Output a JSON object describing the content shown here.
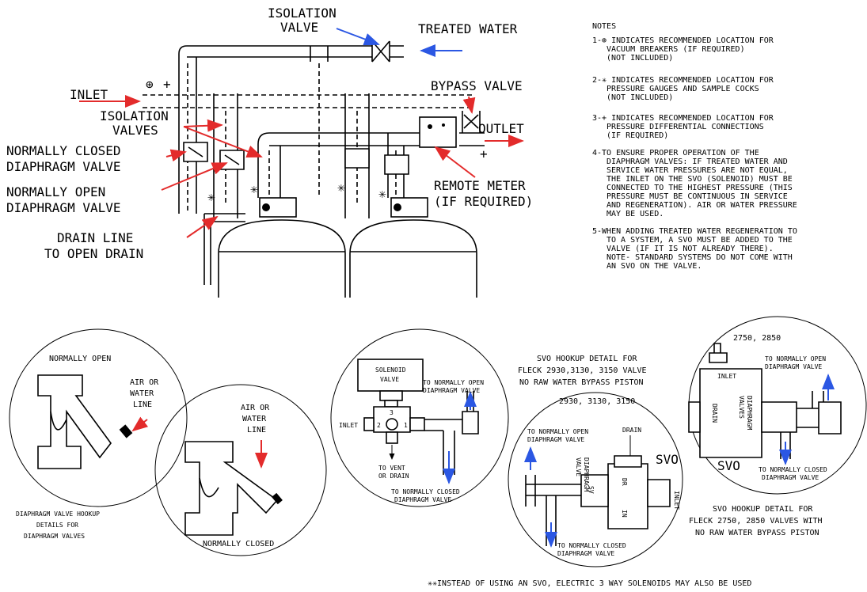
{
  "colors": {
    "arrow_red": "#e32b2b",
    "arrow_blue": "#2b57e3"
  },
  "top_diagram": {
    "isolation_valve": [
      "ISOLATION",
      "VALVE"
    ],
    "treated_water": "TREATED WATER",
    "inlet": "INLET",
    "bypass_valve": "BYPASS VALVE",
    "isolation_valves": [
      "ISOLATION",
      "VALVES"
    ],
    "outlet": "OUTLET",
    "normally_closed_dv": [
      "NORMALLY CLOSED",
      "DIAPHRAGM VALVE"
    ],
    "normally_open_dv": [
      "NORMALLY OPEN",
      "DIAPHRAGM VALVE"
    ],
    "remote_meter": [
      "REMOTE METER",
      "(IF REQUIRED)"
    ],
    "drain_line": [
      "DRAIN LINE",
      "TO OPEN DRAIN"
    ],
    "symbols": {
      "circle_plus": "⊕",
      "plus": "+",
      "star": "✳"
    }
  },
  "notes": {
    "title": "NOTES",
    "items": [
      [
        "1-⊕ INDICATES RECOMMENDED LOCATION FOR",
        "VACUUM BREAKERS (IF REQUIRED)",
        "(NOT INCLUDED)"
      ],
      [
        "2-✳ INDICATES RECOMMENDED LOCATION FOR",
        "PRESSURE GAUGES AND SAMPLE COCKS",
        "(NOT INCLUDED)"
      ],
      [
        "3-+ INDICATES RECOMMENDED LOCATION FOR",
        "PRESSURE DIFFERENTIAL CONNECTIONS",
        "(IF REQUIRED)"
      ],
      [
        "4-TO ENSURE PROPER OPERATION OF THE",
        "DIAPHRAGM VALVES: IF TREATED WATER AND",
        "SERVICE WATER PRESSURES ARE NOT EQUAL,",
        "THE INLET ON THE SVO (SOLENOID) MUST BE",
        "CONNECTED TO THE HIGHEST PRESSURE (THIS",
        "PRESSURE MUST BE CONTINUOUS IN SERVICE",
        "AND REGENERATION). AIR OR WATER PRESSURE",
        "MAY BE USED."
      ],
      [
        "5-WHEN ADDING TREATED WATER REGENERATION TO",
        "TO A SYSTEM, A SVO MUST BE ADDED TO THE",
        "VALVE (IF IT IS NOT ALREADY THERE).",
        "NOTE- STANDARD SYSTEMS DO NOT COME WITH",
        "AN SVO ON THE VALVE."
      ]
    ]
  },
  "detail_dv": {
    "normally_open": "NORMALLY OPEN",
    "air_or_water_line_1": [
      "AIR OR",
      "WATER",
      "LINE"
    ],
    "air_or_water_line_2": [
      "AIR OR",
      "WATER",
      "LINE"
    ],
    "normally_closed": "NORMALLY CLOSED",
    "caption": [
      "DIAPHRAGM VALVE HOOKUP",
      "DETAILS FOR",
      "DIAPHRAGM VALVES"
    ]
  },
  "detail_solenoid": {
    "solenoid_valve": [
      "SOLENOID",
      "VALVE"
    ],
    "to_no": [
      "TO NORMALLY OPEN",
      "DIAPHRAGM VALVE"
    ],
    "inlet": "INLET",
    "port_2": "2",
    "port_3": "3",
    "port_1": "1",
    "to_vent": [
      "TO VENT",
      "OR DRAIN"
    ],
    "to_nc": [
      "TO NORMALLY CLOSED",
      "DIAPHRAGM VALVE"
    ]
  },
  "detail_svo_2930": {
    "header": [
      "SVO HOOKUP DETAIL FOR",
      "FLECK 2930,3130, 3150 VALVE",
      "NO RAW WATER BYPASS PISTON"
    ],
    "models": "2930, 3130, 3150",
    "to_no": [
      "TO NORMALLY OPEN",
      "DIAPHRAGM VALVE"
    ],
    "drain": "DRAIN",
    "diaphragm_valve": [
      "DIAPHRAGM",
      "VALVE"
    ],
    "svo": "SVO",
    "sv": "SV",
    "dr": "DR",
    "in": "IN",
    "inlet": "INLET",
    "to_nc": [
      "TO NORMALLY CLOSED",
      "DIAPHRAGM VALVE"
    ]
  },
  "detail_svo_2750": {
    "models": "2750, 2850",
    "to_no": [
      "TO NORMALLY OPEN",
      "DIAPHRAGM VALVE"
    ],
    "inlet": "INLET",
    "drain": "DRAIN",
    "diaphragm_valves": [
      "DIAPHRAGM",
      "VALVES"
    ],
    "svo": "SVO",
    "to_nc": [
      "TO NORMALLY CLOSED",
      "DIAPHRAGM VALVE"
    ],
    "caption": [
      "SVO HOOKUP DETAIL FOR",
      "FLECK 2750, 2850 VALVES WITH",
      "NO RAW WATER BYPASS PISTON"
    ]
  },
  "footnote": "✳✳INSTEAD OF USING AN SVO, ELECTRIC 3 WAY SOLENOIDS MAY ALSO BE USED"
}
